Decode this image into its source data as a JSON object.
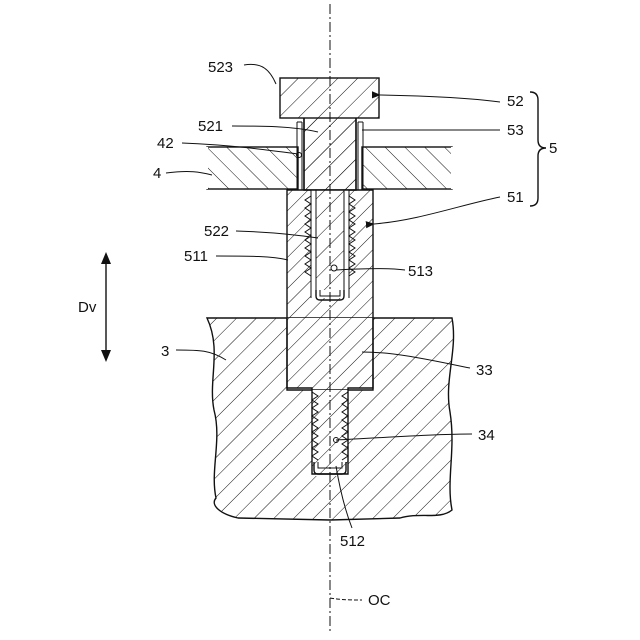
{
  "figure": {
    "labels": {
      "l523": "523",
      "l521": "521",
      "l42": "42",
      "l4": "4",
      "l522": "522",
      "l511": "511",
      "dv": "Dv",
      "l3": "3",
      "l52": "52",
      "l53": "53",
      "l5": "5",
      "l51": "51",
      "l513": "513",
      "l33": "33",
      "l34": "34",
      "l512": "512",
      "oc": "OC"
    }
  }
}
